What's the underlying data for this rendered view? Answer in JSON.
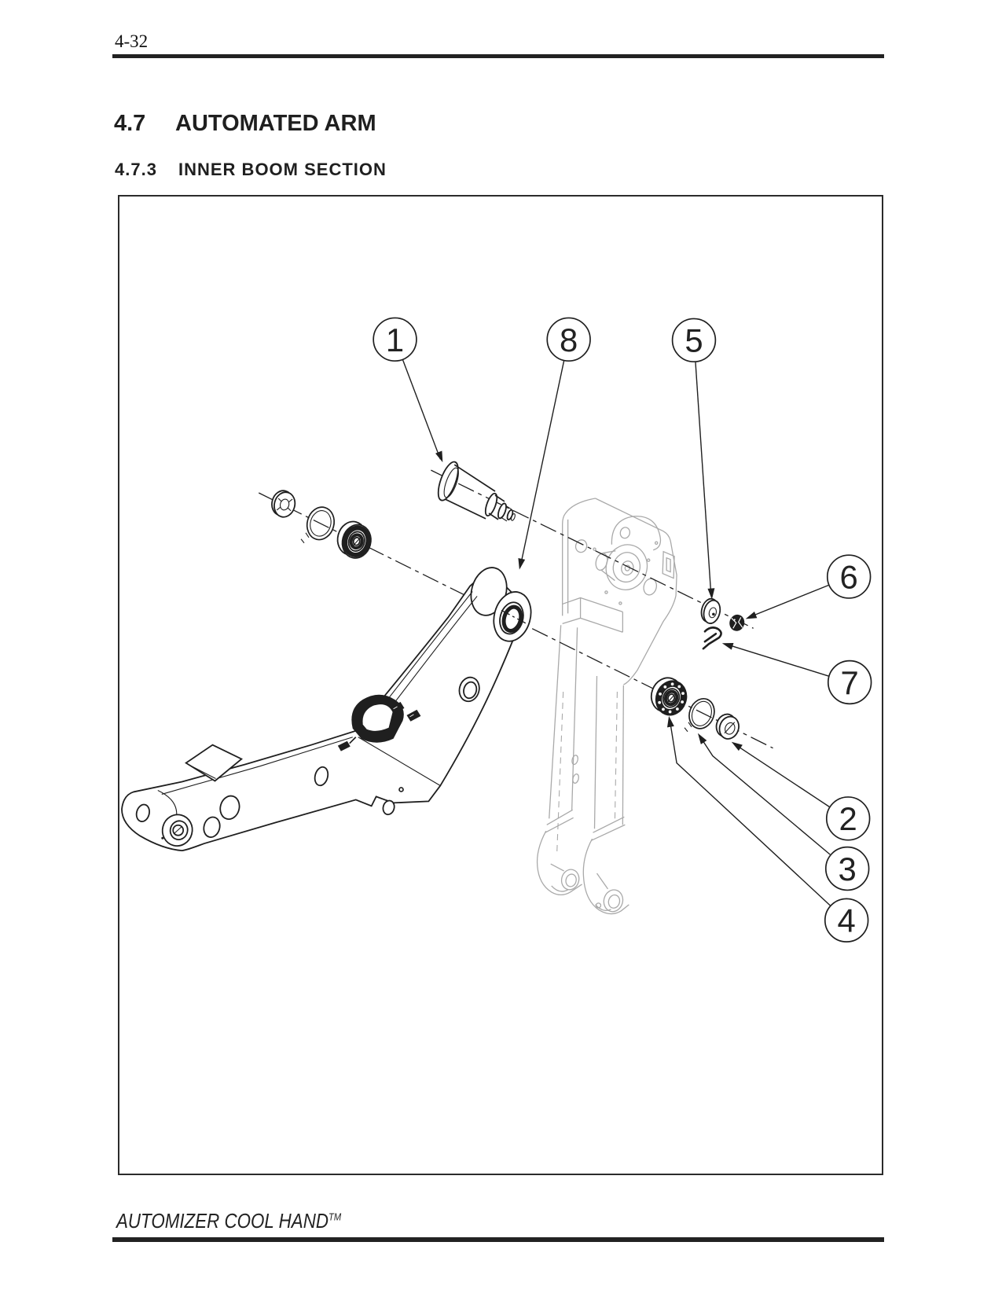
{
  "page": {
    "number": "4-32"
  },
  "headings": {
    "section": {
      "number": "4.7",
      "title": "AUTOMATED ARM"
    },
    "subsection": {
      "number": "4.7.3",
      "title": "INNER BOOM SECTION"
    }
  },
  "figure": {
    "type": "exploded-parts-diagram",
    "callouts": [
      {
        "label": "1"
      },
      {
        "label": "8"
      },
      {
        "label": "5"
      },
      {
        "label": "6"
      },
      {
        "label": "7"
      },
      {
        "label": "2"
      },
      {
        "label": "3"
      },
      {
        "label": "4"
      }
    ]
  },
  "footer": {
    "brand": "AUTOMIZER COOL HAND",
    "trademark": "TM"
  },
  "colors": {
    "ink": "#1f1f1f",
    "ghost": "#a9a9a9",
    "background": "#ffffff"
  }
}
